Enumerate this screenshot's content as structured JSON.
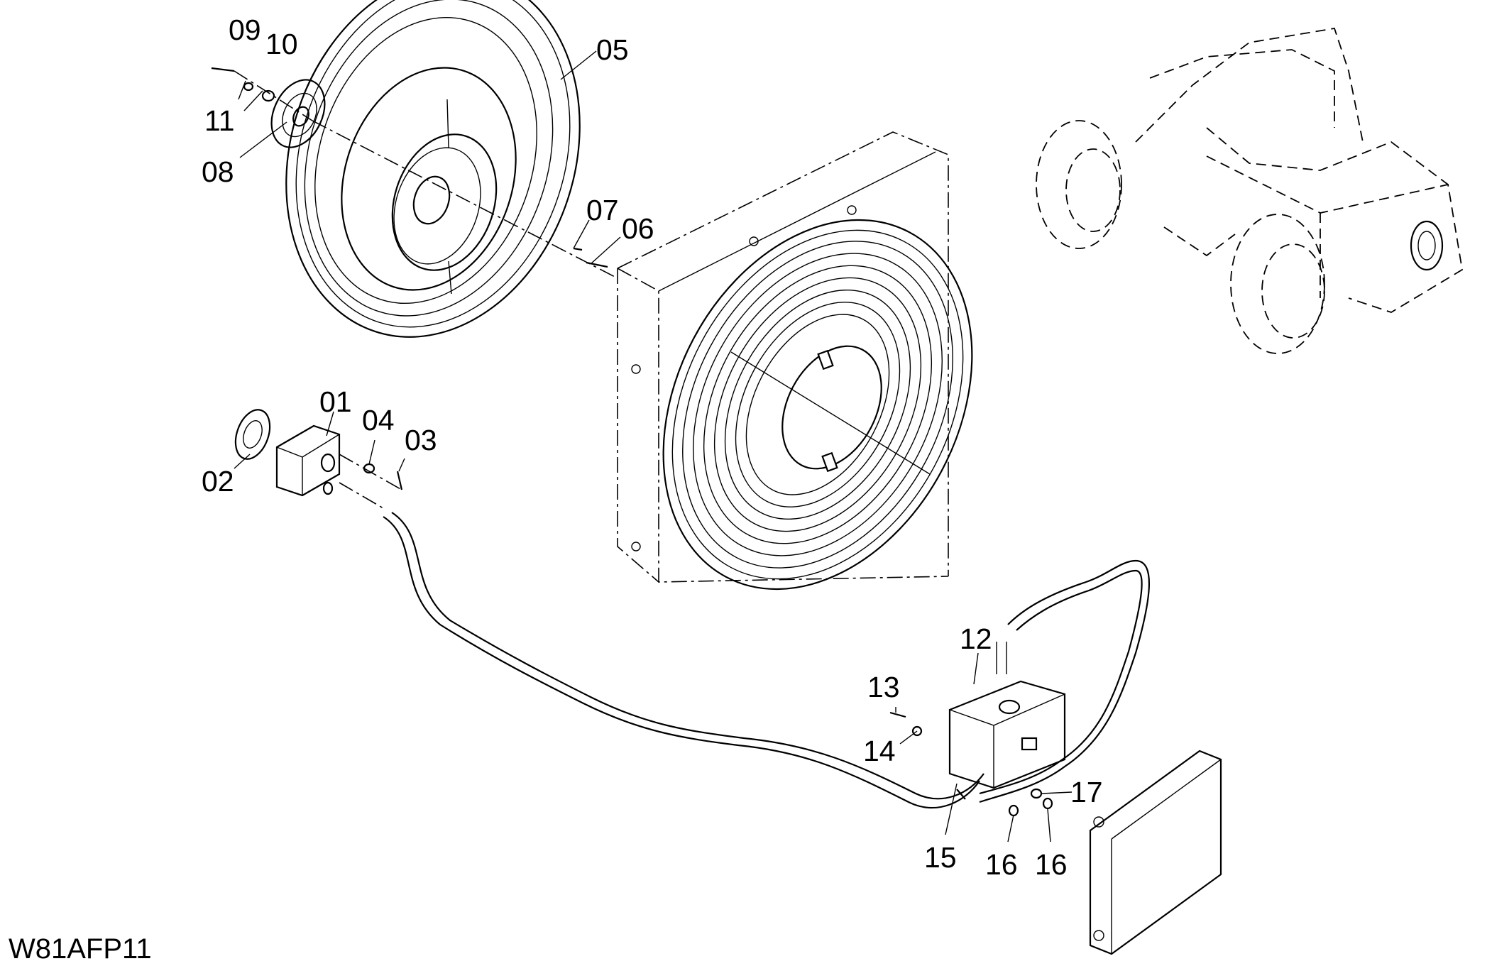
{
  "drawing_code": "W81AFP11",
  "callouts": [
    {
      "id": "c09",
      "text": "09"
    },
    {
      "id": "c10",
      "text": "10"
    },
    {
      "id": "c11",
      "text": "11"
    },
    {
      "id": "c08",
      "text": "08"
    },
    {
      "id": "c05",
      "text": "05"
    },
    {
      "id": "c07",
      "text": "07"
    },
    {
      "id": "c06",
      "text": "06"
    },
    {
      "id": "c01",
      "text": "01"
    },
    {
      "id": "c04",
      "text": "04"
    },
    {
      "id": "c03",
      "text": "03"
    },
    {
      "id": "c02",
      "text": "02"
    },
    {
      "id": "c12",
      "text": "12"
    },
    {
      "id": "c13",
      "text": "13"
    },
    {
      "id": "c14",
      "text": "14"
    },
    {
      "id": "c17",
      "text": "17"
    },
    {
      "id": "c15",
      "text": "15"
    },
    {
      "id": "c16a",
      "text": "16"
    },
    {
      "id": "c16b",
      "text": "16"
    }
  ]
}
